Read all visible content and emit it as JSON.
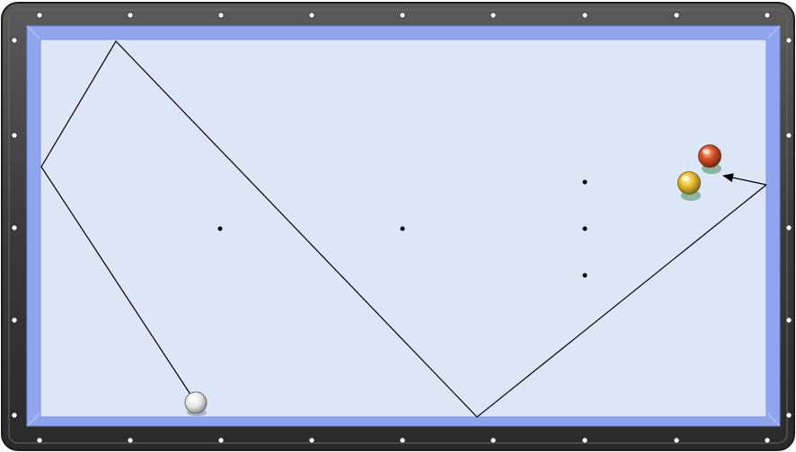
{
  "colors": {
    "rail": "#3a3a3a",
    "rail_highlight": "#6a6a6a",
    "cushion": "#8fa6ee",
    "cushion_inner": "#aebdf3",
    "cloth": "#dde6f7",
    "line": "#000000",
    "diamond": "#ffffff"
  },
  "balls": [
    {
      "name": "cue-ball-white",
      "color": "#f2f2f2"
    },
    {
      "name": "object-ball-yellow",
      "color": "#e9c233"
    },
    {
      "name": "object-ball-red",
      "color": "#d5522a"
    }
  ],
  "icons": {
    "aim_arrow": "arrowhead-icon"
  }
}
